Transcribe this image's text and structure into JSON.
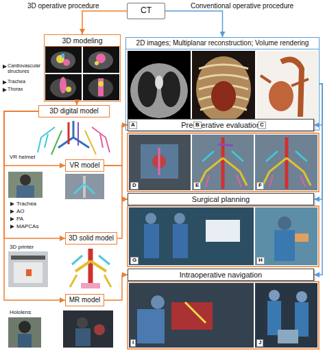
{
  "diagram": {
    "nodes": [
      {
        "text": [
          "CT"
        ]
      },
      {
        "text": [
          "3D modeling"
        ]
      },
      {
        "text": [
          "2D images; Multiplanar reconstruction; Volume rendering"
        ]
      },
      {
        "text": [
          "3D digital model"
        ]
      },
      {
        "text": [
          "Preoperative evaluation"
        ]
      },
      {
        "text": [
          "VR model"
        ]
      },
      {
        "text": [
          "Surgical planning"
        ]
      },
      {
        "text": [
          "3D solid model"
        ]
      },
      {
        "text": [
          "Intraoperative navigation"
        ]
      },
      {
        "text": [
          "MR model"
        ]
      }
    ],
    "edges": [
      {
        "from": 0,
        "to": 1,
        "arrow": "to"
      },
      {
        "from": 0,
        "to": 2,
        "arrow": "to"
      },
      {
        "from": 1,
        "to": 3,
        "arrow": "to"
      },
      {
        "from": 3,
        "to": 5,
        "arrow": "to"
      },
      {
        "from": 3,
        "to": 7,
        "arrow": "to"
      },
      {
        "from": 3,
        "to": 9,
        "arrow": "to"
      },
      {
        "from": 5,
        "to": 4,
        "arrow": "to"
      },
      {
        "from": 5,
        "to": 6,
        "arrow": "to"
      },
      {
        "from": 7,
        "to": 6,
        "arrow": "to"
      },
      {
        "from": 9,
        "to": 8,
        "arrow": "to"
      },
      {
        "from": 2,
        "to": 4,
        "arrow": "to"
      },
      {
        "from": 2,
        "to": 6,
        "arrow": "to"
      },
      {
        "from": 2,
        "to": 8,
        "arrow": "to"
      }
    ],
    "labels": [
      "3D operative procedure",
      "Conventional operative procedure",
      "Cardiovascular structures",
      "Trachea",
      "Thorax",
      "A",
      "B",
      "C",
      "D",
      "E",
      "F",
      "VR helmet",
      "Trachea",
      "AO",
      "PA",
      "MAPCAs",
      "3D printer",
      "G",
      "H",
      "Hololens",
      "I",
      "J"
    ]
  }
}
